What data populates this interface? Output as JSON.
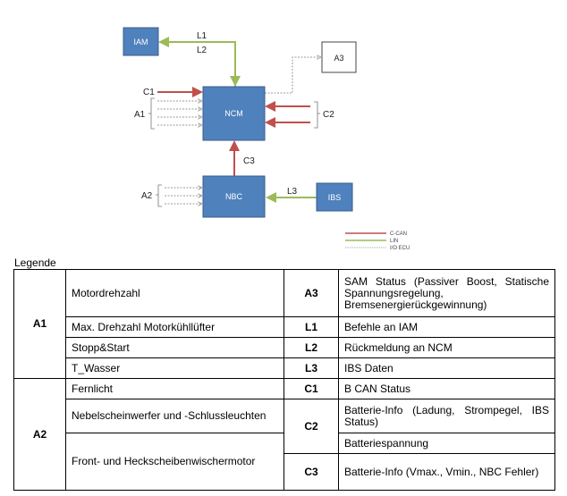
{
  "colors": {
    "box_fill": "#4F81BD",
    "box_stroke": "#385D8A",
    "c_can": "#C0504D",
    "lin": "#9BBB59",
    "io_ecu": "#999999"
  },
  "diagram": {
    "boxes": {
      "iam": "IAM",
      "ncm": "NCM",
      "nbc": "NBC",
      "ibs": "IBS",
      "a3": "A3"
    },
    "labels": {
      "l1": "L1",
      "l2": "L2",
      "c1": "C1",
      "a1": "A1",
      "c2": "C2",
      "c3": "C3",
      "a2": "A2",
      "l3": "L3"
    },
    "line_legend": {
      "c_can": "C-CAN",
      "lin": "LIN",
      "io_ecu": "I/O ECU"
    }
  },
  "legend": {
    "title": "Legende",
    "left": [
      {
        "code": "A1",
        "items": [
          "Motordrehzahl",
          "Max. Drehzahl Motorkühllüfter",
          "Stopp&Start",
          "T_Wasser"
        ]
      },
      {
        "code": "A2",
        "items": [
          "Fernlicht",
          "Nebelscheinwerfer und -Schlussleuchten",
          "Front- und Heckscheibenwischermotor"
        ]
      }
    ],
    "right": [
      {
        "code": "A3",
        "items": [
          "SAM Status (Passiver Boost, Statische Spannungsregelung, Bremsenergierückgewinnung)"
        ]
      },
      {
        "code": "L1",
        "items": [
          "Befehle an IAM"
        ]
      },
      {
        "code": "L2",
        "items": [
          "Rückmeldung an NCM"
        ]
      },
      {
        "code": "L3",
        "items": [
          "IBS Daten"
        ]
      },
      {
        "code": "C1",
        "items": [
          "B CAN Status"
        ]
      },
      {
        "code": "C2",
        "items": [
          "Batterie-Info (Ladung, Strompegel, IBS Status)",
          "Batteriespannung"
        ]
      },
      {
        "code": "C3",
        "items": [
          "Batterie-Info (Vmax., Vmin., NBC Fehler)"
        ]
      }
    ]
  }
}
